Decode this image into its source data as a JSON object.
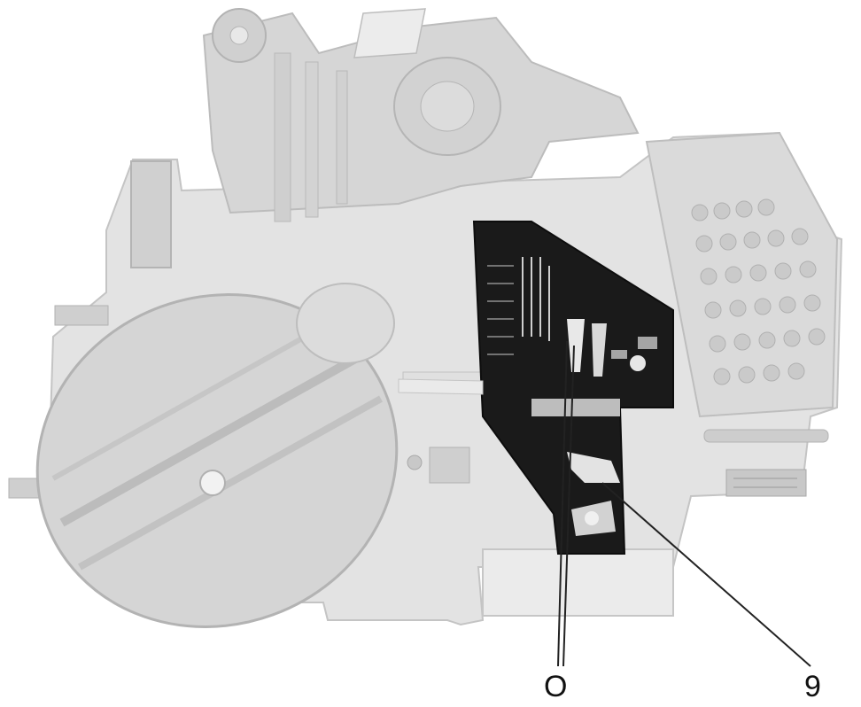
{
  "figure": {
    "callouts": [
      {
        "id": "O",
        "label": "O"
      },
      {
        "id": "9",
        "label": "9"
      }
    ]
  },
  "colors": {
    "faded_body": "#d9d9d9",
    "faded_edge": "#bdbdbd",
    "cutaway_dark": "#1a1a1a",
    "leader_line": "#222222"
  }
}
